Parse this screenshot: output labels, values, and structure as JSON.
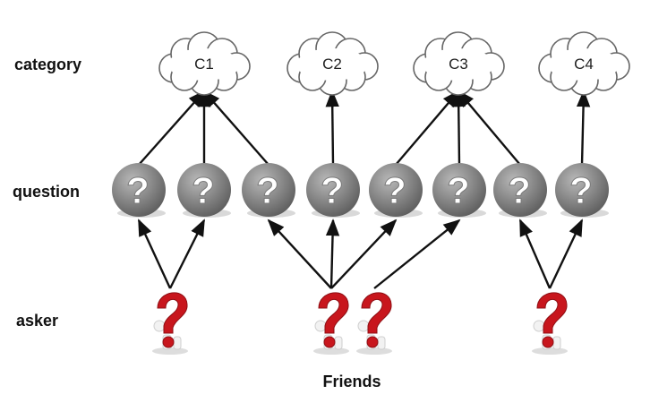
{
  "row_labels": {
    "category": "category",
    "question": "question",
    "asker": "asker"
  },
  "caption": "Friends",
  "categories": [
    "C1",
    "C2",
    "C3",
    "C4"
  ],
  "question_count": 8,
  "asker_count": 4,
  "question_glyph": "?",
  "icons": {
    "category": "cloud-icon",
    "question": "question-ball-icon",
    "asker": "question-mark-person-icon"
  },
  "edges": {
    "question_to_category": [
      [
        0,
        0
      ],
      [
        1,
        0
      ],
      [
        2,
        0
      ],
      [
        3,
        1
      ],
      [
        4,
        2
      ],
      [
        5,
        2
      ],
      [
        6,
        2
      ],
      [
        7,
        3
      ]
    ],
    "asker_to_question": [
      [
        0,
        0
      ],
      [
        0,
        1
      ],
      [
        1,
        2
      ],
      [
        1,
        3
      ],
      [
        1,
        4
      ],
      [
        2,
        5
      ],
      [
        3,
        6
      ],
      [
        3,
        7
      ]
    ]
  },
  "colors": {
    "edge": "#111111",
    "ball_light": "#b8b8b8",
    "ball_dark": "#5a5a5a",
    "question_mark": "#ffffff",
    "asker_mark": "#c8161d",
    "cloud_stroke": "#666666",
    "cloud_fill": "#ffffff"
  }
}
